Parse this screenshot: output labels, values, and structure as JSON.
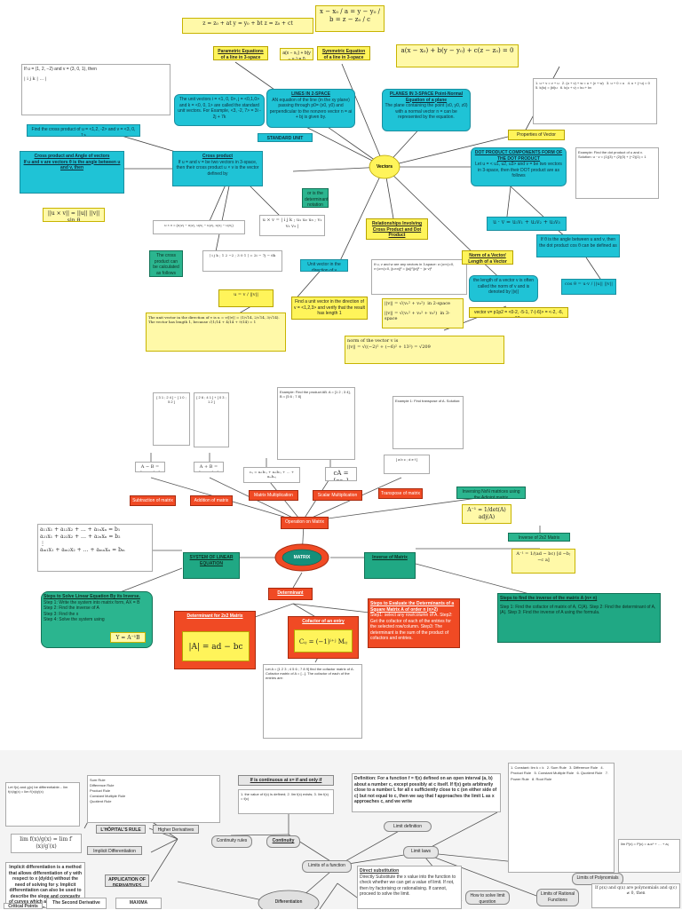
{
  "vectors": {
    "center": "Vectors",
    "param_eq_line": "z = z₀ + at        y = y₀ + bt        z = z₀ + ct",
    "param_label": "Parametric Equations of a line in 3-space",
    "sym_eq": "x − x₀ / a = y − y₀ / b = z − z₀ / c",
    "sym_label": "Symmetric Equation of a line in 3-space",
    "plane_eq_small": "a(x − x₀) + b(y − y₀) = 0",
    "plane_eq_big": "a(x − x₀) + b(y − y₀) + c(z − z₀) = 0",
    "cross_example_text": "If u = (1, 2, −2) and v = (3, 0, 1), then",
    "unit_vectors_text": "The unit vectors i = <1, 0, 0>, j = <0,1,0> and k = <0, 0, 1> are called the standard unit vectors. For Example, <3, -2, 7> = 3i - 2j + 7k",
    "lines_2space": "LINES IN 2-SPACE",
    "lines_2space_text": "AN equation of the line (in the xy plane) passing through p0= (x0, y0) and perpendicular to the nonzero vector n = ai + bj is given by.",
    "planes_3space_text": "PLANES IN 3-SPACE Point-Normal Equation of a plane",
    "planes_3space_body": "The plane containing the point (x0, y0, z0) with a normal vector n = can be represented by the equation.",
    "properties_label": "Properties of Vector",
    "standard_unit_vector": "STANDARD UNIT VECTOR",
    "find_cross_product": "Find the cross product of u = <1,2, -2> and v = <3, 0, 1>",
    "cross_angle_title": "Cross product and Angle of vectors",
    "cross_angle_text": "If u and v are vectors θ is the angle between u and v, then",
    "cross_angle_formula": "||u × v|| = ||u|| ||v|| sin θ",
    "cross_product_title": "Cross product",
    "cross_product_text": "If u = and v = be two vectors in 3-space, then their cross product u × v is the vector defined by",
    "cross_formula": "u × v = (u₂v₃ − u₃v₂, u₃v₁ − u₁v₃, u₁v₂ − u₂v₁)",
    "determinant_note": "or is the determinant notation",
    "cross_calc_note": "The cross product can be calculated as follows",
    "relationship": "Relationships Involving Cross Product and Dot Product",
    "dot_components_title": "DOT PRODUCT COMPONENTS FORM OF THE DOT PRODUCT",
    "dot_components_text": "Let u = < u1, u2, u3> and v = be two vectors in 3-space, then their DOT product are as follows",
    "dot_formula": "u · v = u₁v₁ + u₂v₂ + u₃v₃",
    "angle_text": "If θ is the angle between u and v, then the dot product cos θ can be defined as",
    "norm_label": "Norm of a Vector/ Length of a Vector",
    "unit_vector_direction": "Unit vector in the direction of v",
    "find_unit_vector": "Find a unit vector in the direction of v = <1,2,3> and verify that the result has length 1",
    "norm_text": "the length of a vector v is often called the norm of v and is denoted by ||v||",
    "vector_example": "vector v= p1p2 = <0-2, -5-1, 7-(-6)> = <-2, -6, 13>",
    "in_2space": "in 2-space",
    "in_3space": "in 3-space",
    "norm_example": "norm of the vector v is"
  },
  "matrix": {
    "center": "MATRIX",
    "subtraction": "Subtraction of matrix",
    "addition": "Addition of matrix",
    "multiplication": "Matrix Multiplication",
    "scalar": "Scalar Multiplication",
    "transpose": "Transpose of matrix",
    "inverse_adjoint": "Inversing NxN matrices using the Adjoint matrix",
    "inverse_2x2": "Inverse of 2x2 Matrix",
    "operation": "Operation on Matrix",
    "system": "SYSTEM OF LINEAR EQUATION",
    "inverse_of_matrix": "Inverse of Matrix",
    "steps_solve_title": "Steps to Solve Linear Equation By its Inverse.",
    "steps_solve_1": "Step 1: Write the system into matrix form, AX = B",
    "steps_solve_2": "Step 2: Find the inverse of A",
    "steps_solve_3": "Step 3: Find the x",
    "steps_solve_4": "Step 4: Solve the system using",
    "solve_formula": "Y = A⁻¹B",
    "steps_find_inverse": "Steps to find the inverse of the matrix A (n× n)",
    "steps_find_inverse_body": "Step 1: Find the cofactor of matrix of A, C(A). Step 2: Find the determinant of A, |A|. Step 3: Find the inverse of A using the formula.",
    "determinant": "Determinant",
    "det_2x2": "Determinant for 2x2 Matrix",
    "det_formula": "|A| = ad − bc",
    "cofactor": "Cofactor of an entry",
    "cofactor_formula": "Cᵢⱼ = (−1)ⁱ⁺ʲ Mᵢⱼ",
    "evaluate_det": "Steps to Evaluate the Determinants of a Square Matrix A of order n (n>2)",
    "evaluate_det_body": "Step1: select any row/column of A. Step2: Get the cofactor of each of the entries for the selected row/column. Step3: The determinant is the sum of the product of cofactors and entries.",
    "adjoint_formula": "A⁻¹ = 1/det(A) adj(A)",
    "inverse_formula": "A⁻¹ = 1/(ad − bc) [d −b; −c a]",
    "linear_system": "a₁₁x₁ + a₁₂x₂ + ... + a₁ₙxₙ = b₁"
  },
  "calculus": {
    "continuous": "If is continuous at x= if and only if",
    "limit_def_text": "Definition: For a function f = f(x) defined on an open interval (a, b) about a number c, except possibly at c itself. If f(x) gets arbitrarily close to a number L for all x sufficiently close to c (on either side of c) but not equal to c, then we say that f approaches the limit L as x approaches c, and we write",
    "hopital": "L'HÔPITAL'S RULE",
    "higher_derivatives": "Higher Derivatives",
    "implicit_diff": "Implicit Differentiation",
    "implicit_text": "Implicit differentiation is a method that allows differentiation of y with respect to x (dy/dx) without the need of solving for y. Implicit differentiation can also be used to describe the slope and concavity of curves which are defined by the parametric equations.",
    "application": "APPLICATION OF DERIVATIVES",
    "continuity_rules": "Continuity rules",
    "continuity": "Continuity",
    "limit_definition": "Limit definition",
    "limits_of_function": "Limits of a function",
    "limit_laws": "Limit laws",
    "limits_polynomials": "Limits of Polynomials",
    "limits_rational": "Limits of Rational Functions",
    "differentiation": "Differentiation",
    "direct_substitution": "Direct substitution",
    "direct_sub_text": "Directly Substitute the x value into the function to check whether we can get a value of limit. If not, then try factorising or rationalising. If cannot, proceed to solve the limit.",
    "how_to_solve": "How to solve limit question",
    "second_derivative": "The Second Derivative",
    "maxima": "MAXIMA",
    "critical_points": "Critical Points",
    "sum_rule": "Sum Rule",
    "difference_rule": "Difference Rule",
    "product_rule": "Product Rule",
    "constant_multiple": "Constant Multiple Rule",
    "quotient_rule": "Quotient Rule",
    "poly_text": "If p(x) and q(x) are polynomials and q(c) ≠ 0, then"
  }
}
